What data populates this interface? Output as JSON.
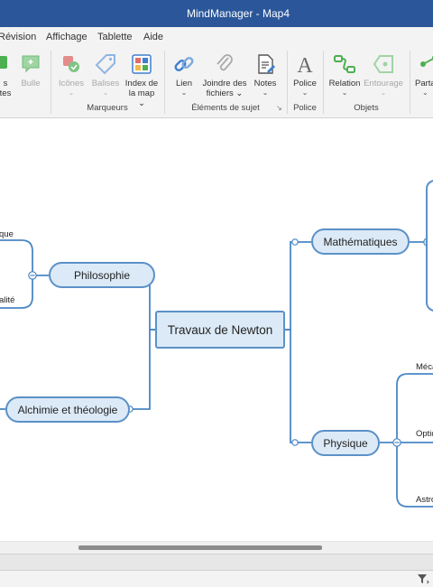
{
  "window": {
    "title": "MindManager - Map4"
  },
  "menu": {
    "tabs": [
      {
        "label": "Révision"
      },
      {
        "label": "Affichage"
      },
      {
        "label": "Tablette"
      },
      {
        "label": "Aide"
      }
    ]
  },
  "ribbon": {
    "notes_partial": {
      "line1": "s",
      "line2": "tes"
    },
    "bulle": "Bulle",
    "icones": "Icônes",
    "balises": "Balises",
    "index_line1": "Index de",
    "index_line2": "la map",
    "lien": "Lien",
    "joindre_line1": "Joindre des",
    "joindre_line2": "fichiers",
    "notes": "Notes",
    "police": "Police",
    "relation": "Relation",
    "entourage": "Entourage",
    "partager_partial": "Parta",
    "groups": {
      "marqueurs": "Marqueurs",
      "elements": "Éléments de sujet",
      "police": "Police",
      "objets": "Objets"
    },
    "colors": {
      "accent": "#2b579a",
      "green": "#4caf50",
      "blue_icon": "#3f7fd0"
    }
  },
  "map": {
    "central": "Travaux de Newton",
    "topics": {
      "philosophie": "Philosophie",
      "alchimie": "Alchimie et théologie",
      "mathematiques": "Mathématiques",
      "physique": "Physique"
    },
    "subtopics": {
      "que": "que",
      "alite": "alité",
      "meca": "Méca",
      "opti": "Optiq",
      "astro": "Astro"
    },
    "colors": {
      "node_fill": "#dceaf7",
      "node_border": "#5b91c7",
      "line": "#4a86c5"
    }
  },
  "status": {
    "filter_icon": "filter-icon"
  }
}
